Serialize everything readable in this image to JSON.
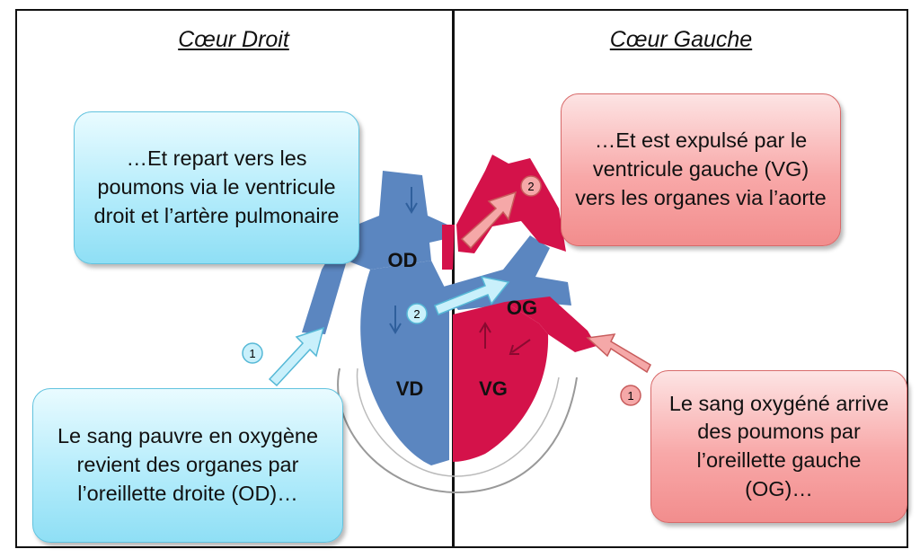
{
  "titles": {
    "right_heart": "Cœur Droit",
    "left_heart": "Cœur Gauche"
  },
  "boxes": {
    "right_top": "…Et repart vers les poumons via le ventricule droit et l’artère pulmonaire",
    "right_bottom": "Le sang pauvre en oxygène revient des organes par l’oreillette droite (OD)…",
    "left_top": "…Et est expulsé par le ventricule gauche (VG) vers les organes via l’aorte",
    "left_bottom": "Le sang oxygéné arrive des poumons par l’oreillette gauche (OG)…"
  },
  "heart_labels": {
    "od": "OD",
    "vd": "VD",
    "og": "OG",
    "vg": "VG"
  },
  "steps": {
    "right_1": "1",
    "right_2": "2",
    "left_1": "1",
    "left_2": "2"
  },
  "colors": {
    "deoxygenated": "#5b86c0",
    "oxygenated": "#d4124a",
    "blue_arrow": "#c9f0fb",
    "red_arrow": "#f5a8a8"
  }
}
